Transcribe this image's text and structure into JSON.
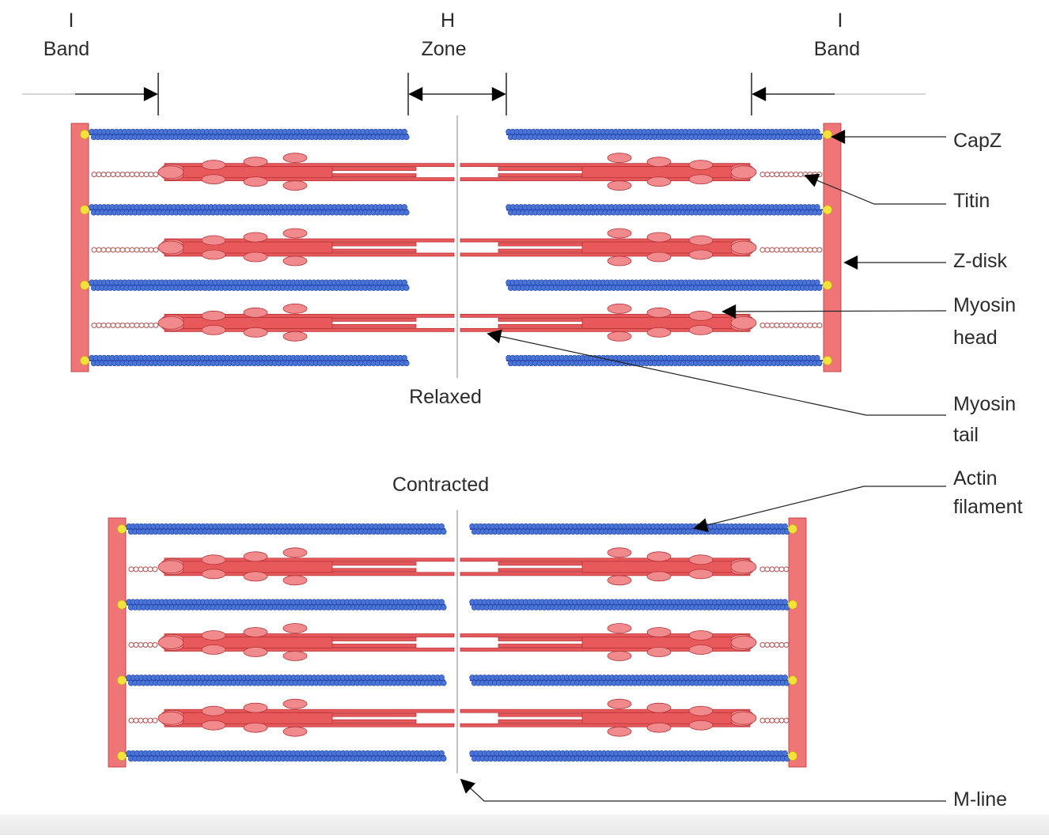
{
  "header_labels": {
    "i_band_left": [
      "I",
      "Band"
    ],
    "h_zone": [
      "H",
      "Zone"
    ],
    "i_band_right": [
      "I",
      "Band"
    ]
  },
  "states": {
    "relaxed": "Relaxed",
    "contracted": "Contracted"
  },
  "callouts": {
    "capz": "CapZ",
    "titin": "Titin",
    "z_disk": "Z-disk",
    "myosin_head": [
      "Myosin",
      "head"
    ],
    "myosin_tail": [
      "Myosin",
      "tail"
    ],
    "actin_filament": [
      "Actin",
      "filament"
    ],
    "m_line": "M-line"
  },
  "colors": {
    "actin": "#4a74d6",
    "actin_dark": "#2a4ab0",
    "myosin": "#e8595c",
    "myosin_light": "#f08a8c",
    "myosin_dark": "#b83236",
    "z_disk": "#ef7676",
    "capz": "#f3e23a",
    "titin": "#b05555"
  }
}
